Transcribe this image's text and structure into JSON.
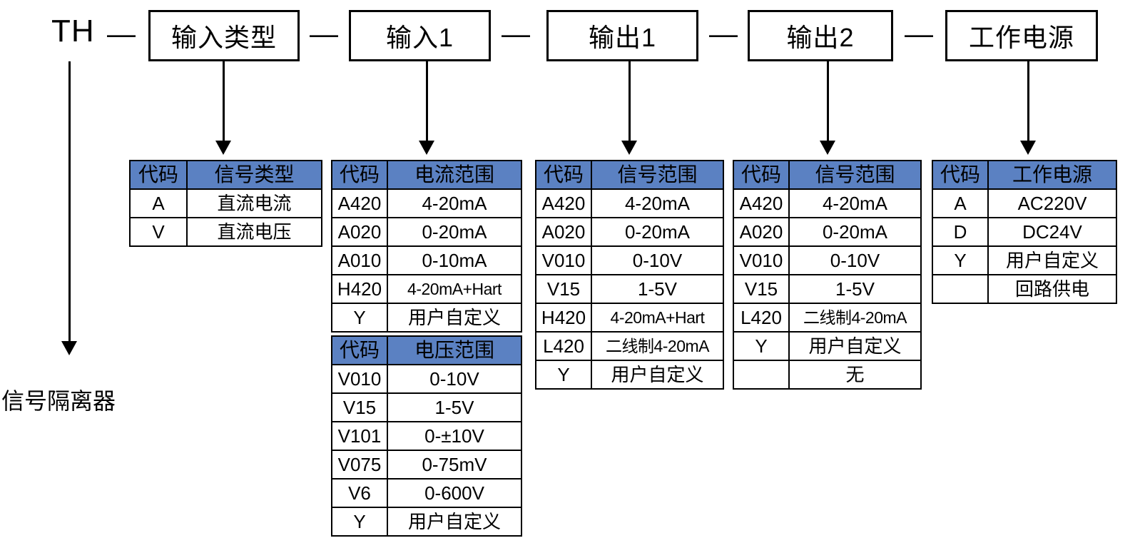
{
  "diagram": {
    "title_code": "TH",
    "separator": "—",
    "caption": "信号隔离器",
    "header_color": "#5b81c2",
    "line_color": "#000000",
    "segments": [
      {
        "label": "输入类型"
      },
      {
        "label": "输入1"
      },
      {
        "label": "输出1"
      },
      {
        "label": "输出2"
      },
      {
        "label": "工作电源"
      }
    ]
  },
  "tables": [
    {
      "id": "input-type",
      "headers": [
        "代码",
        "信号类型"
      ],
      "rows": [
        {
          "code": "A",
          "value": "直流电流"
        },
        {
          "code": "V",
          "value": "直流电压"
        }
      ]
    },
    {
      "id": "input1-current",
      "headers": [
        "代码",
        "电流范围"
      ],
      "rows": [
        {
          "code": "A420",
          "value": "4-20mA"
        },
        {
          "code": "A020",
          "value": "0-20mA"
        },
        {
          "code": "A010",
          "value": "0-10mA"
        },
        {
          "code": "H420",
          "value": "4-20mA+Hart"
        },
        {
          "code": "Y",
          "value": "用户自定义"
        }
      ]
    },
    {
      "id": "input1-voltage",
      "headers": [
        "代码",
        "电压范围"
      ],
      "rows": [
        {
          "code": "V010",
          "value": "0-10V"
        },
        {
          "code": "V15",
          "value": "1-5V"
        },
        {
          "code": "V101",
          "value": "0-±10V"
        },
        {
          "code": "V075",
          "value": "0-75mV"
        },
        {
          "code": "V6",
          "value": "0-600V"
        },
        {
          "code": "Y",
          "value": "用户自定义"
        }
      ]
    },
    {
      "id": "output1",
      "headers": [
        "代码",
        "信号范围"
      ],
      "rows": [
        {
          "code": "A420",
          "value": "4-20mA"
        },
        {
          "code": "A020",
          "value": "0-20mA"
        },
        {
          "code": "V010",
          "value": "0-10V"
        },
        {
          "code": "V15",
          "value": "1-5V"
        },
        {
          "code": "H420",
          "value": "4-20mA+Hart"
        },
        {
          "code": "L420",
          "value": "二线制4-20mA"
        },
        {
          "code": "Y",
          "value": "用户自定义"
        }
      ]
    },
    {
      "id": "output2",
      "headers": [
        "代码",
        "信号范围"
      ],
      "rows": [
        {
          "code": "A420",
          "value": "4-20mA"
        },
        {
          "code": "A020",
          "value": "0-20mA"
        },
        {
          "code": "V010",
          "value": "0-10V"
        },
        {
          "code": "V15",
          "value": "1-5V"
        },
        {
          "code": "L420",
          "value": "二线制4-20mA"
        },
        {
          "code": "Y",
          "value": "用户自定义"
        },
        {
          "code": "",
          "value": "无"
        }
      ]
    },
    {
      "id": "power",
      "headers": [
        "代码",
        "工作电源"
      ],
      "rows": [
        {
          "code": "A",
          "value": "AC220V"
        },
        {
          "code": "D",
          "value": "DC24V"
        },
        {
          "code": "Y",
          "value": "用户自定义"
        },
        {
          "code": "",
          "value": "回路供电"
        }
      ]
    }
  ]
}
